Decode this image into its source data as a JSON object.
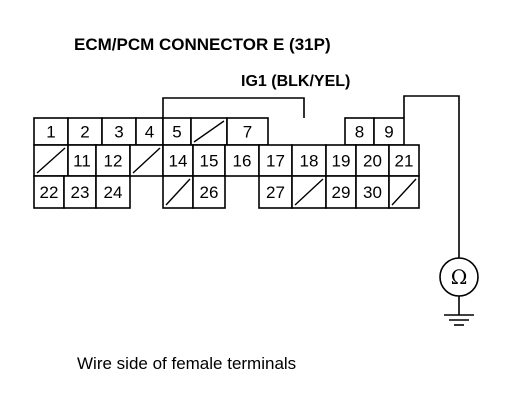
{
  "diagram": {
    "title": "ECM/PCM CONNECTOR E (31P)",
    "wire_label": "IG1 (BLK/YEL)",
    "caption": "Wire side of female terminals",
    "meter_symbol": "Ω",
    "meter_icon": "ohmmeter-icon",
    "ground_icon": "ground-icon",
    "connector": {
      "pin_count": 31,
      "empty_marker": "slash",
      "rows": [
        [
          "1",
          "2",
          "3",
          "4",
          "5",
          "",
          "7",
          "8",
          "9"
        ],
        [
          "",
          "11",
          "12",
          "",
          "14",
          "15",
          "16",
          "17",
          "18",
          "19",
          "20",
          "21"
        ],
        [
          "22",
          "23",
          "24",
          "",
          "26",
          "27",
          "",
          "29",
          "30",
          ""
        ]
      ]
    }
  }
}
